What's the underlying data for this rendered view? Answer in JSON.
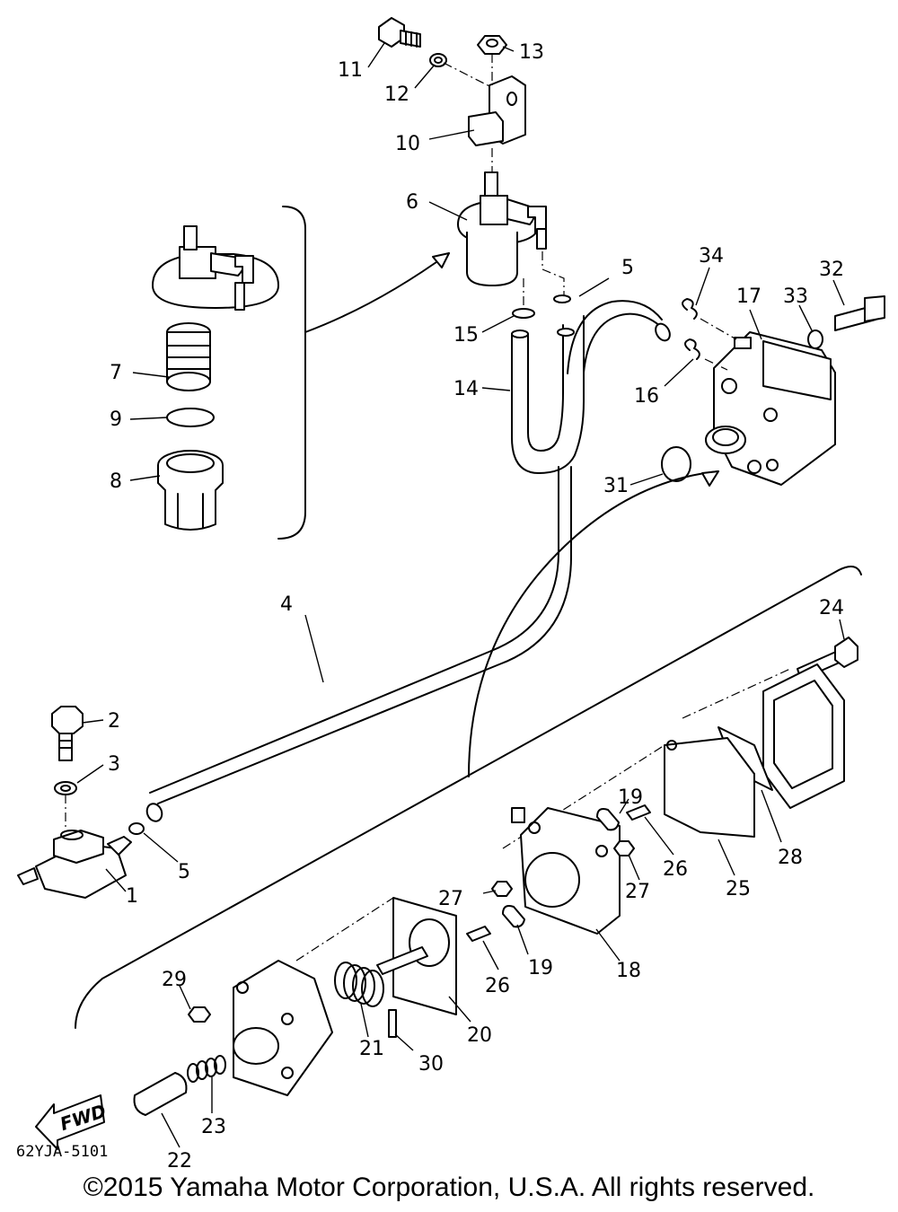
{
  "callouts": {
    "c1": "1",
    "c2": "2",
    "c3": "3",
    "c4": "4",
    "c5a": "5",
    "c5b": "5",
    "c6": "6",
    "c7": "7",
    "c8": "8",
    "c9": "9",
    "c10": "10",
    "c11": "11",
    "c12": "12",
    "c13": "13",
    "c14": "14",
    "c15": "15",
    "c16": "16",
    "c17": "17",
    "c18": "18",
    "c19a": "19",
    "c19b": "19",
    "c20": "20",
    "c21": "21",
    "c22": "22",
    "c23": "23",
    "c24": "24",
    "c25": "25",
    "c26a": "26",
    "c26b": "26",
    "c27a": "27",
    "c27b": "27",
    "c28": "28",
    "c29": "29",
    "c30": "30",
    "c31": "31",
    "c32": "32",
    "c33": "33",
    "c34": "34"
  },
  "diagram_code": "62YJA-5101",
  "fwd_label": "FWD",
  "copyright": "©2015 Yamaha Motor Corporation, U.S.A. All rights reserved."
}
